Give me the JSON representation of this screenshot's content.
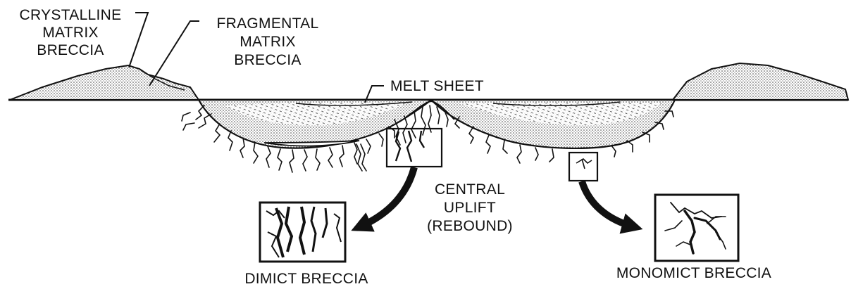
{
  "labels": {
    "crystalline": [
      "CRYSTALLINE",
      "MATRIX",
      "BRECCIA"
    ],
    "fragmental": [
      "FRAGMENTAL",
      "MATRIX",
      "BRECCIA"
    ],
    "melt_sheet": "MELT SHEET",
    "central_uplift": [
      "CENTRAL",
      "UPLIFT",
      "(REBOUND)"
    ],
    "dimict": "DIMICT BRECCIA",
    "monomict": "MONOMICT BRECCIA"
  }
}
